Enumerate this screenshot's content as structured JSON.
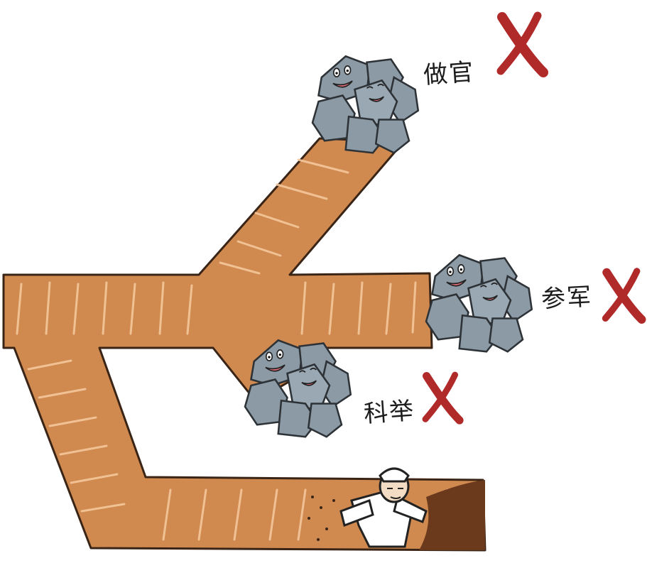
{
  "labels": {
    "official": "做官",
    "army": "参军",
    "exam": "科举"
  },
  "colors": {
    "tunnel": "#d08a4f",
    "tunnel_outline": "#3a2416",
    "tunnel_streak": "#f4c79b",
    "rock": "#8c9aa6",
    "rock_outline": "#2d3237",
    "cross": "#b12a2a",
    "dirt": "#6b3a1c"
  },
  "icons": [
    "rock-pile-icon",
    "red-cross-icon",
    "digging-person-icon"
  ]
}
